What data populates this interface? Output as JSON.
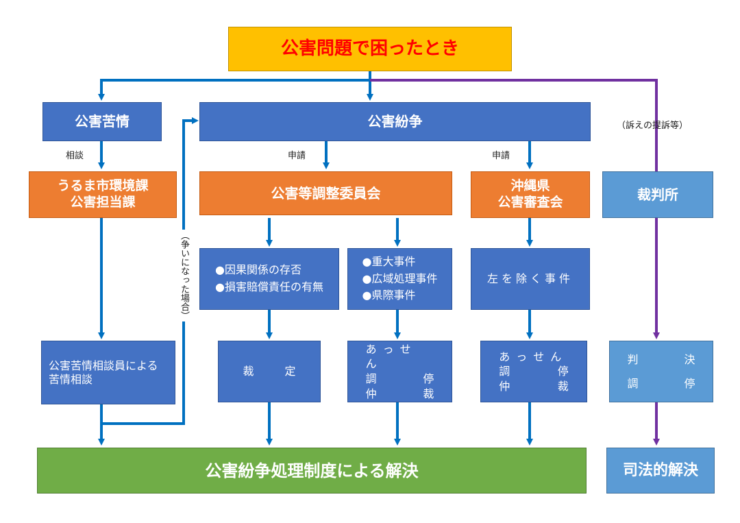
{
  "title": "公害問題で困ったとき",
  "complaint": "公害苦情",
  "dispute": "公害紛争",
  "consult_label": "相談",
  "apply_label_1": "申請",
  "apply_label_2": "申請",
  "lawsuit_label": "（訴えの提訴等）",
  "dispute_case_label": "（争いになった場合）",
  "uruma_office": "うるま市環境課\n公害担当課",
  "committee": "公害等調整委員会",
  "okinawa": "沖縄県\n公害審査会",
  "court": "裁判所",
  "committee_scope_a": [
    "●因果関係の存否",
    "●損害賠償責任の有無"
  ],
  "committee_scope_b": [
    "●重大事件",
    "●広域処理事件",
    "●県際事件"
  ],
  "okinawa_scope": "左を除く事件",
  "complaint_consult": "公害苦情相談員による\n苦情相談",
  "ruling": [
    "裁",
    "定"
  ],
  "mediation_a": {
    "first": "あっせん",
    "rows": [
      [
        "調",
        "停"
      ],
      [
        "仲",
        "裁"
      ]
    ]
  },
  "mediation_b": {
    "first": "あっせん",
    "rows": [
      [
        "調",
        "停"
      ],
      [
        "仲",
        "裁"
      ]
    ]
  },
  "court_result": {
    "rows": [
      [
        "判",
        "決"
      ],
      [
        "調",
        "停"
      ]
    ]
  },
  "resolution": "公害紛争処理制度による解決",
  "judicial": "司法的解決",
  "colors": {
    "arrow_blue": "#0070c0",
    "arrow_purple": "#7030a0",
    "title_text": "#ff0000"
  }
}
